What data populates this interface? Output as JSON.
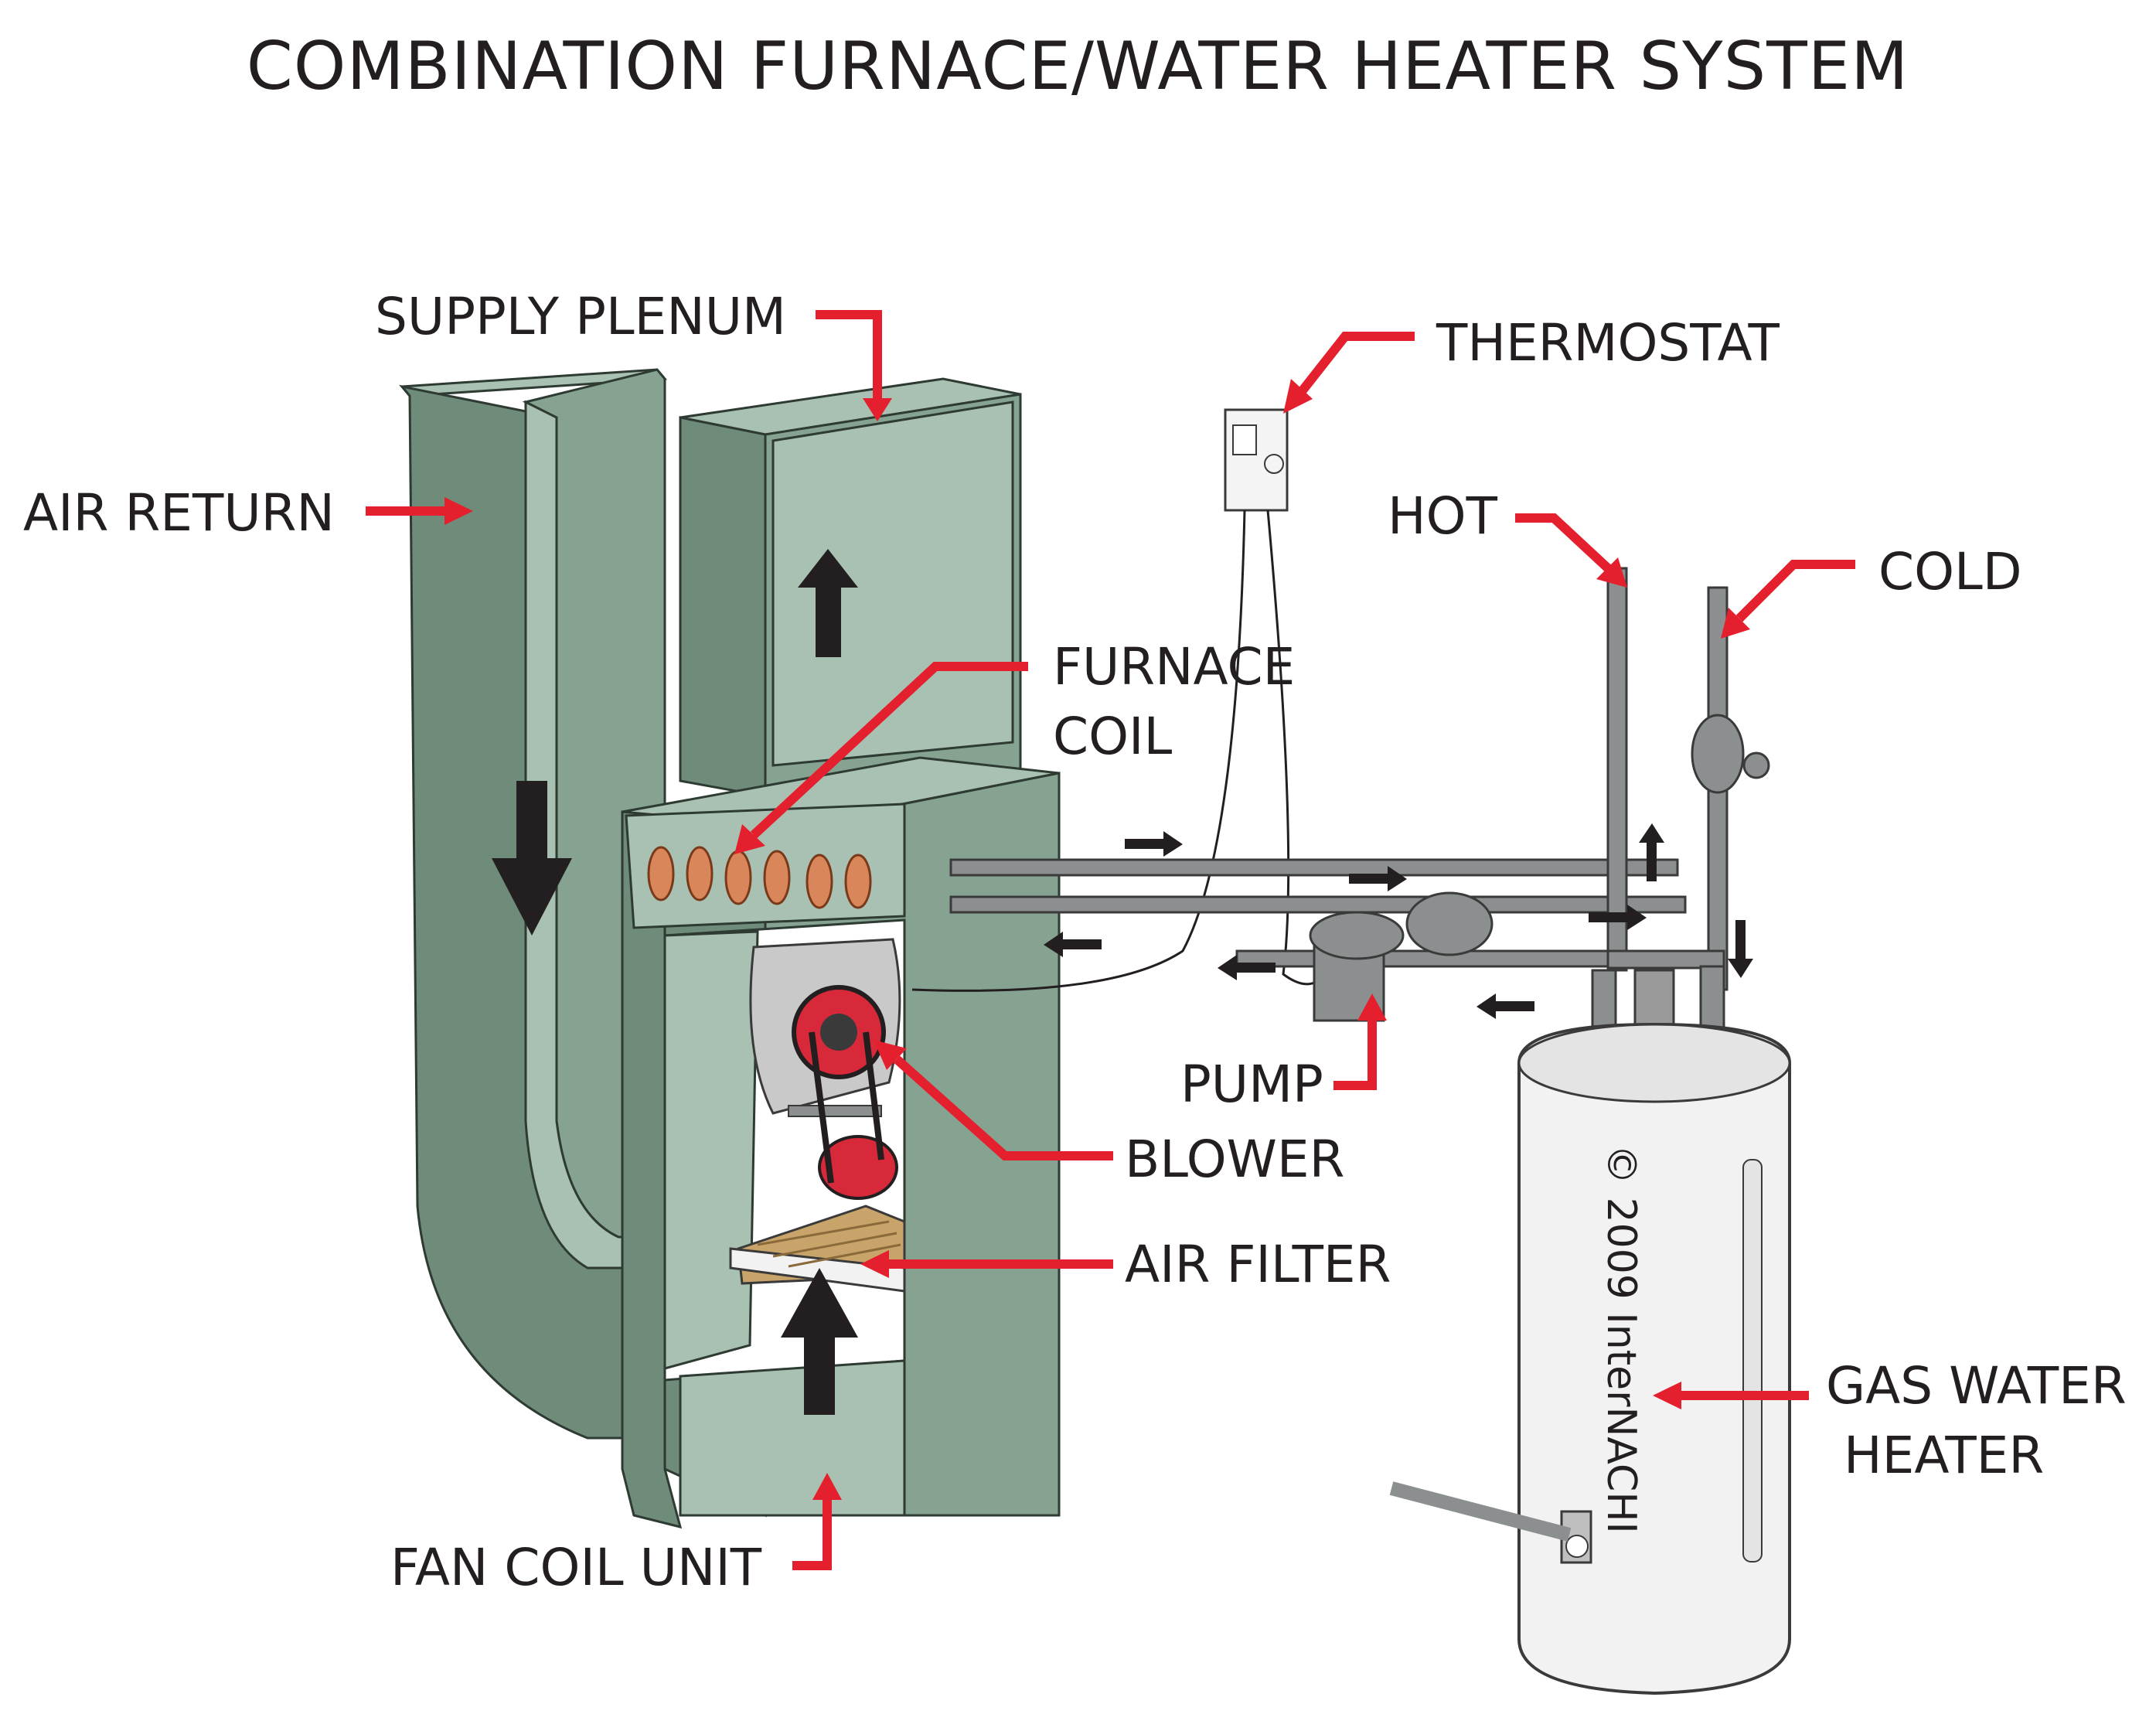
{
  "title": "COMBINATION FURNACE/WATER HEATER SYSTEM",
  "labels": {
    "supply_plenum": "SUPPLY PLENUM",
    "air_return": "AIR RETURN",
    "thermostat": "THERMOSTAT",
    "hot": "HOT",
    "cold": "COLD",
    "furnace_coil_1": "FURNACE",
    "furnace_coil_2": "COIL",
    "pump": "PUMP",
    "blower": "BLOWER",
    "air_filter": "AIR FILTER",
    "gas_water_heater_1": "GAS WATER",
    "gas_water_heater_2": "HEATER",
    "fan_coil_unit": "FAN COIL UNIT"
  },
  "copyright": "© 2009 InterNACHI",
  "colors": {
    "label_arrow": "#e5202e",
    "duct_green": "#6f8b79",
    "duct_light": "#a9c1b2",
    "pipe_gray": "#8c8f90",
    "heater_white": "#f2f2f2",
    "coil_copper": "#d9875a",
    "blower_red": "#d8293a",
    "text": "#231f20"
  },
  "icons": {
    "flow_arrows": "black-arrow-icon",
    "callout_arrows": "red-arrow-icon"
  }
}
